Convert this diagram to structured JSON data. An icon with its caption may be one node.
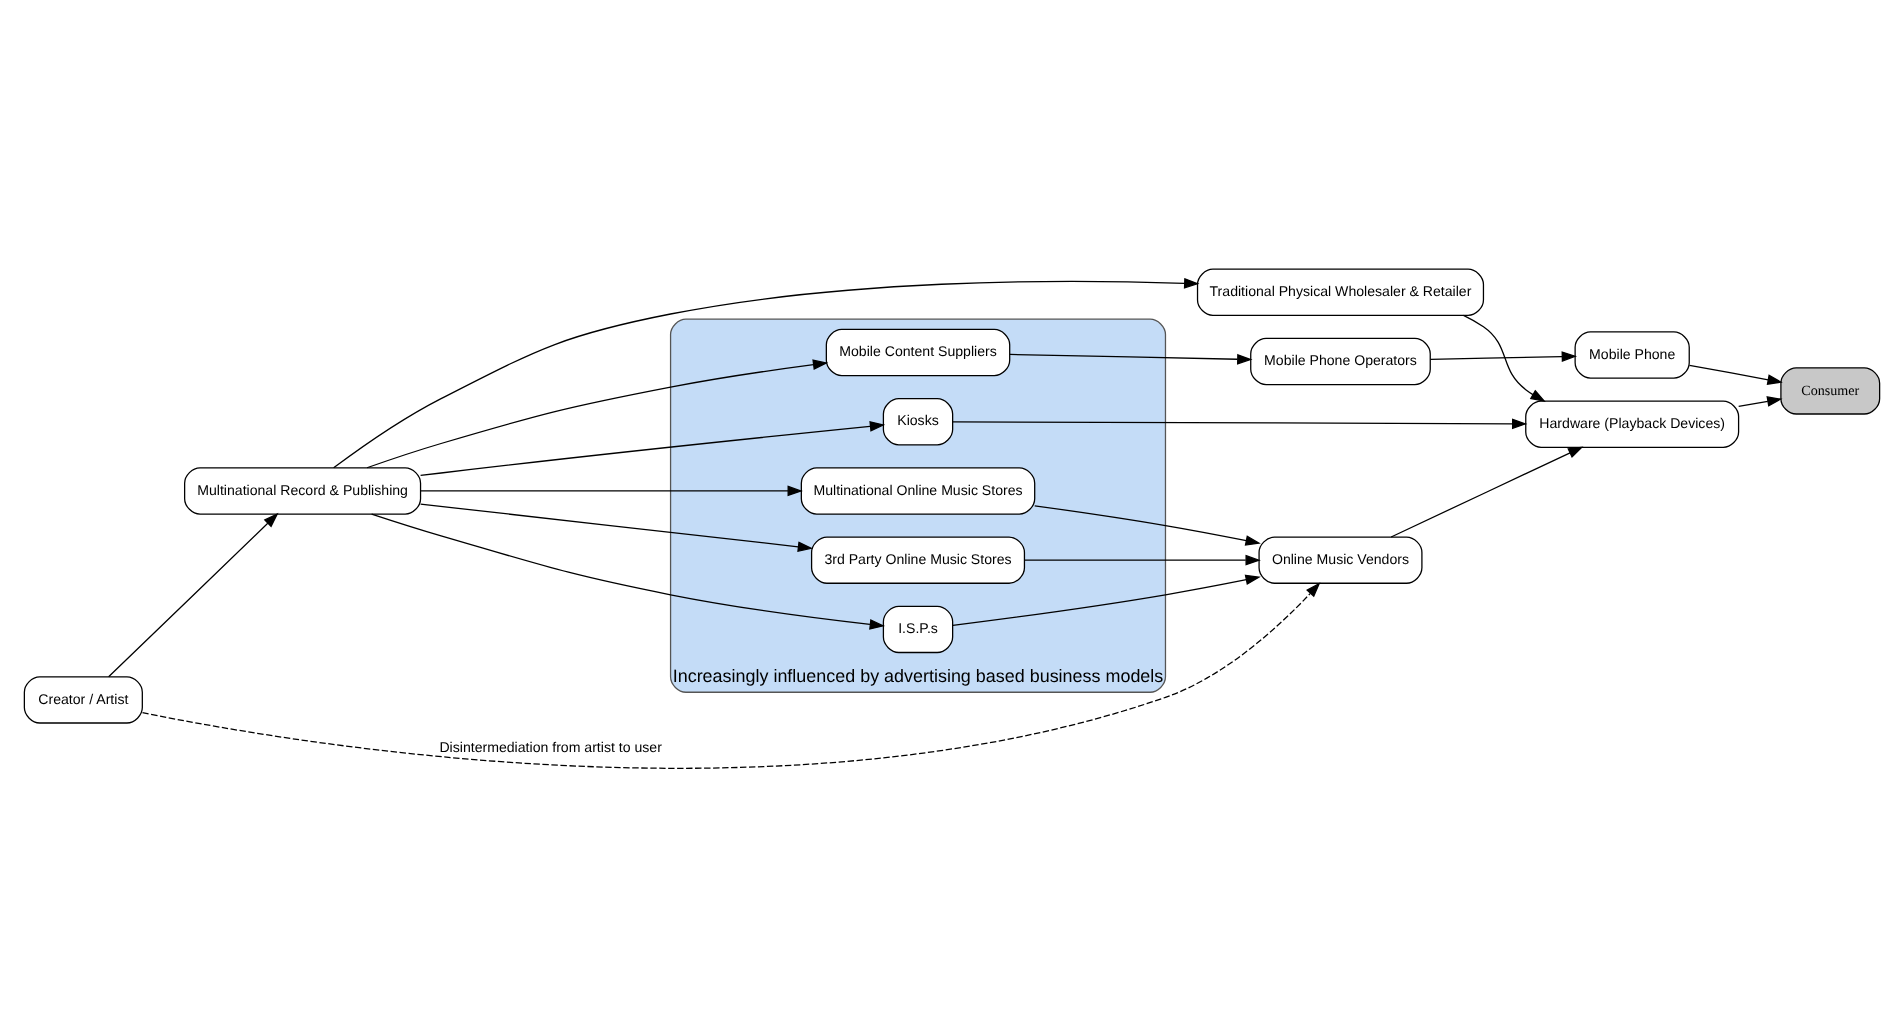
{
  "diagram": {
    "nodes": [
      {
        "text": [
          "Creator / Artist"
        ]
      },
      {
        "text": [
          "Multinational Record & Publishing"
        ]
      },
      {
        "text": [
          "Traditional Physical Wholesaler & Retailer"
        ]
      },
      {
        "text": [
          "Increasingly influenced by advertising based business models"
        ]
      },
      {
        "text": [
          "Multinational Online Music Stores"
        ],
        "in": 3
      },
      {
        "text": [
          "3rd Party Online Music Stores"
        ],
        "in": 3
      },
      {
        "text": [
          "I.S.P.s"
        ],
        "in": 3
      },
      {
        "text": [
          "Mobile Content Suppliers"
        ],
        "in": 3
      },
      {
        "text": [
          "Kiosks"
        ],
        "in": 3
      },
      {
        "text": [
          "Online Music Vendors"
        ]
      },
      {
        "text": [
          "Hardware (Playback Devices)"
        ]
      },
      {
        "text": [
          "Consumer"
        ]
      },
      {
        "text": [
          "Mobile Phone Operators"
        ]
      },
      {
        "text": [
          "Mobile Phone"
        ]
      }
    ],
    "edges": [
      {
        "from": 0,
        "to": 1,
        "arrow": "to"
      },
      {
        "from": 1,
        "to": 2,
        "arrow": "to"
      },
      {
        "from": 1,
        "to": 4,
        "arrow": "to"
      },
      {
        "from": 1,
        "to": 5,
        "arrow": "to"
      },
      {
        "from": 1,
        "to": 6,
        "arrow": "to"
      },
      {
        "from": 1,
        "to": 7,
        "arrow": "to"
      },
      {
        "from": 1,
        "to": 8,
        "arrow": "to"
      },
      {
        "from": 0,
        "to": 9,
        "arrow": "to",
        "style": "dashed",
        "label": "Disintermediation from artist to user"
      },
      {
        "from": 2,
        "to": 10,
        "arrow": "to"
      },
      {
        "from": 4,
        "to": 9,
        "arrow": "to"
      },
      {
        "from": 5,
        "to": 9,
        "arrow": "to"
      },
      {
        "from": 6,
        "to": 9,
        "arrow": "to"
      },
      {
        "from": 9,
        "to": 10,
        "arrow": "to"
      },
      {
        "from": 10,
        "to": 11,
        "arrow": "to"
      },
      {
        "from": 7,
        "to": 12,
        "arrow": "to"
      },
      {
        "from": 12,
        "to": 13,
        "arrow": "to"
      },
      {
        "from": 13,
        "to": 11,
        "arrow": "to"
      },
      {
        "from": 8,
        "to": 10,
        "arrow": "to"
      }
    ]
  }
}
